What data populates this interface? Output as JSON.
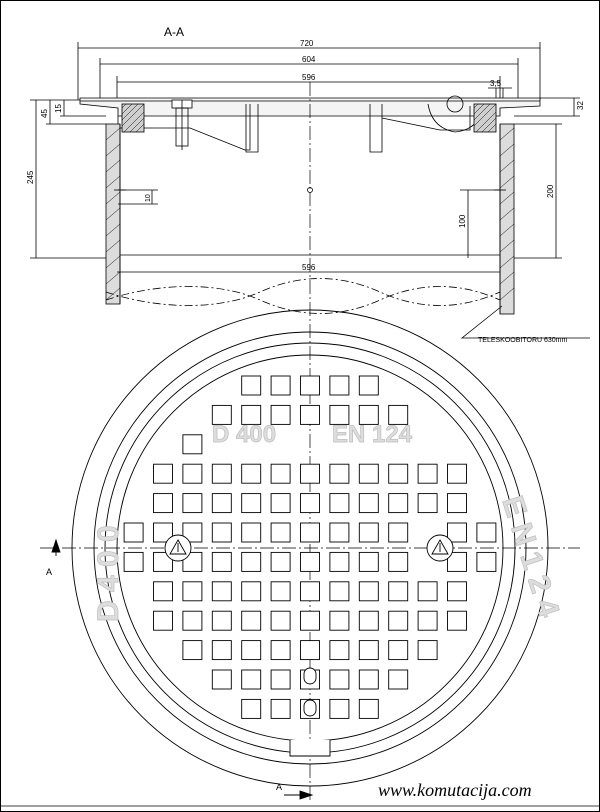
{
  "section_title": "A-A",
  "dimensions": {
    "overall_width": "720",
    "frame_width": "604",
    "cover_width": "596",
    "gap": "3,5",
    "top_height": "32",
    "rim_45": "45",
    "rim_15": "15",
    "left_height": "245",
    "right_height": "200",
    "small_10": "10",
    "center_100": "100",
    "bottom_width": "596"
  },
  "telescopic_note": "TELESKOOBITORU 630mm",
  "emboss": {
    "top_load": "D 400",
    "top_standard": "EN 124",
    "left": "D 4 0 0",
    "right": "E N  1 2 4"
  },
  "section_marks": {
    "left": "A",
    "bottom": "A"
  },
  "website": "www.komutacija.com",
  "colors": {
    "line": "#000000",
    "emboss_fill": "#dddddd",
    "emboss_stroke": "#bdbdbd",
    "background": "#ffffff"
  }
}
